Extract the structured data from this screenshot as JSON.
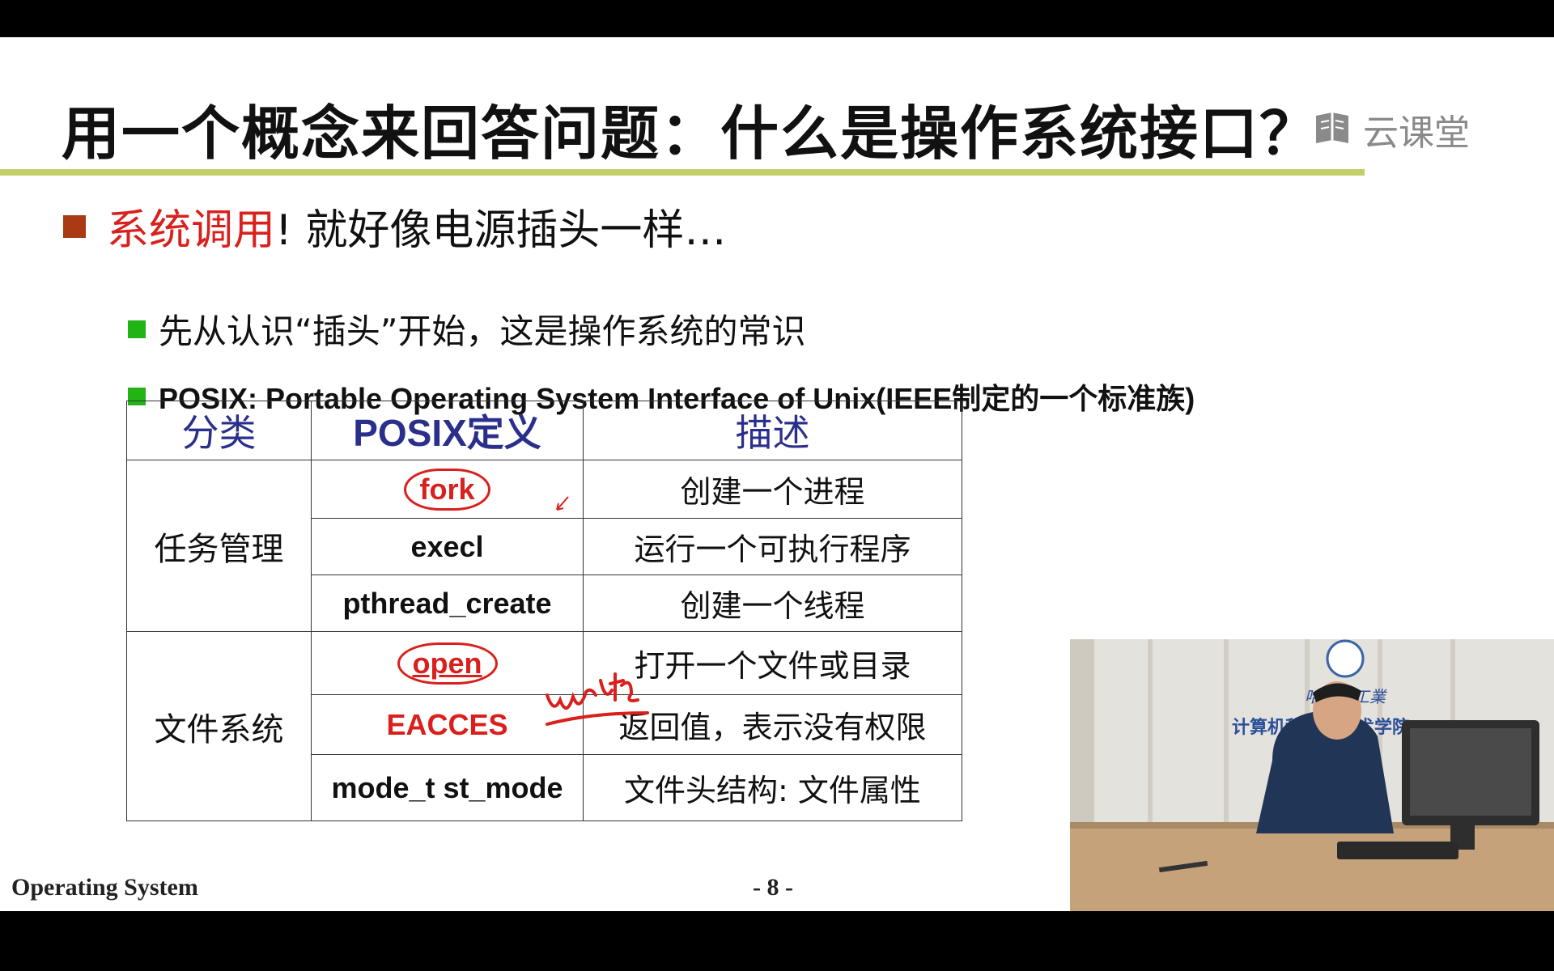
{
  "slide": {
    "title": "用一个概念来回答问题：什么是操作系统接口？",
    "logo_text": "云课堂",
    "bullet1": {
      "red": "系统调用",
      "rest": "! 就好像电源插头一样…"
    },
    "bullet2": "先从认识“插头”开始，这是操作系统的常识",
    "bullet3": "POSIX: Portable Operating System Interface of Unix(IEEE制定的一个标准族)",
    "table": {
      "headers": [
        "分类",
        "POSIX定义",
        "描述"
      ],
      "groups": [
        {
          "category": "任务管理",
          "rows": [
            {
              "api": "fork",
              "desc": "创建一个进程"
            },
            {
              "api": "execl",
              "desc": "运行一个可执行程序"
            },
            {
              "api": "pthread_create",
              "desc": "创建一个线程"
            }
          ]
        },
        {
          "category": "文件系统",
          "rows": [
            {
              "api": "open",
              "desc": "打开一个文件或目录"
            },
            {
              "api": "EACCES",
              "desc": "返回值，表示没有权限"
            },
            {
              "api": "mode_t st_mode",
              "desc": "文件头结构: 文件属性"
            }
          ]
        }
      ]
    },
    "annotation_handwritten": "write",
    "footer_left": "Operating System",
    "footer_page": "- 8 -"
  },
  "video_overlay": {
    "sign_line1": "哈爾濱工業",
    "sign_line2": "计算机科学与技术学院"
  },
  "colors": {
    "accent_red": "#d9201c",
    "header_blue": "#2b2f8c",
    "title_rule": "#c5cf6a",
    "bullet1_square": "#a93a14",
    "bullet2_square": "#22b314"
  }
}
